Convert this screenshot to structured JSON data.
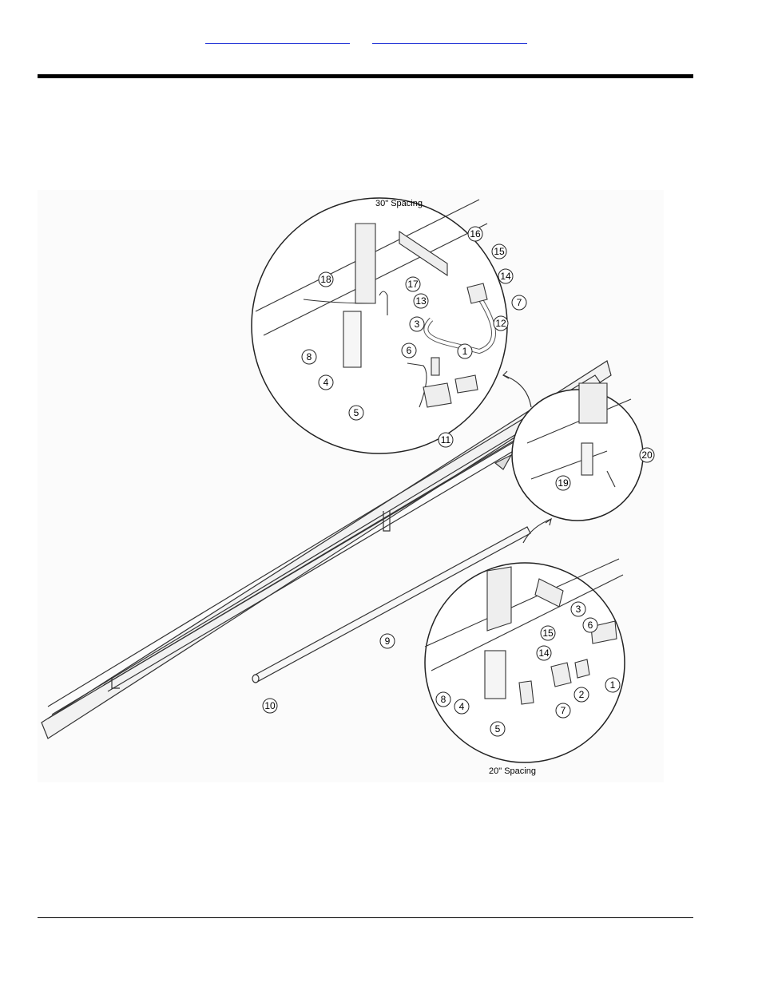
{
  "header": {
    "links": [
      "",
      ""
    ]
  },
  "figure": {
    "captions": {
      "top": "30\" Spacing",
      "bottom": "20\" Spacing"
    },
    "callouts": {
      "top_detail": [
        "16",
        "15",
        "18",
        "17",
        "14",
        "13",
        "7",
        "3",
        "12",
        "6",
        "8",
        "1",
        "4",
        "5",
        "11"
      ],
      "middle_detail": [
        "20",
        "19"
      ],
      "main": [
        "9",
        "10"
      ],
      "bottom_detail": [
        "3",
        "6",
        "15",
        "14",
        "1",
        "2",
        "8",
        "4",
        "7",
        "5"
      ]
    }
  }
}
